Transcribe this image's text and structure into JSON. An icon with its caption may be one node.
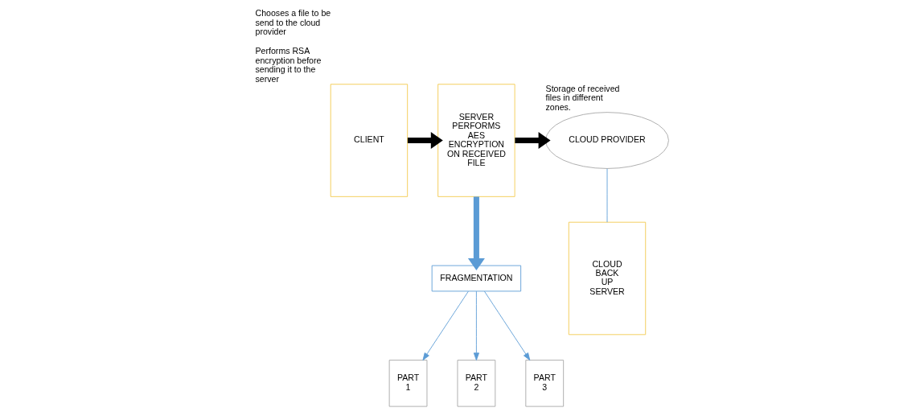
{
  "diagram": {
    "nodes": [
      {
        "text": [
          "CLIENT"
        ],
        "beside": [
          "Chooses a file to be send to the cloud provider",
          "Performs RSA encryption before sending it to the server"
        ]
      },
      {
        "text": [
          "SERVER PERFORMS AES ENCRYPTION ON RECEIVED FILE"
        ]
      },
      {
        "text": [
          "CLOUD PROVIDER"
        ],
        "beside": [
          "Storage of received files in different zones."
        ]
      },
      {
        "text": [
          "FRAGMENTATION"
        ]
      },
      {
        "text": [
          "PART 1"
        ]
      },
      {
        "text": [
          "PART 2"
        ]
      },
      {
        "text": [
          "PART 3"
        ]
      },
      {
        "text": [
          "CLOUD BACK UP SERVER"
        ]
      }
    ],
    "edges": [
      {
        "from": 0,
        "to": 1,
        "arrow": "to",
        "style": "thick",
        "color": "#000000"
      },
      {
        "from": 1,
        "to": 2,
        "arrow": "to",
        "style": "thick",
        "color": "#000000"
      },
      {
        "from": 1,
        "to": 3,
        "arrow": "to",
        "style": "thick"
      },
      {
        "from": 3,
        "to": 4,
        "arrow": "to"
      },
      {
        "from": 3,
        "to": 5,
        "arrow": "to"
      },
      {
        "from": 3,
        "to": 6,
        "arrow": "to"
      },
      {
        "from": 2,
        "to": 7,
        "arrow": "none"
      }
    ]
  }
}
